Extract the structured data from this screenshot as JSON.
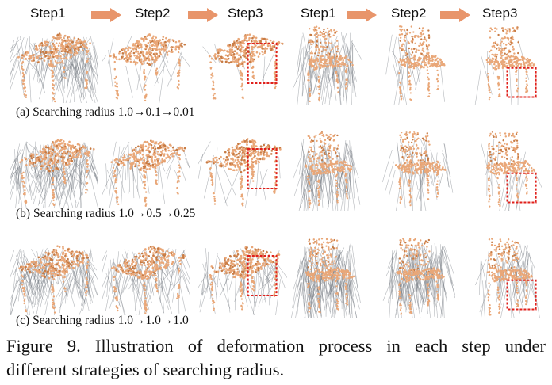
{
  "header": {
    "steps_left": [
      "Step1",
      "Step2",
      "Step3"
    ],
    "steps_right": [
      "Step1",
      "Step2",
      "Step3"
    ],
    "arrow_color": "#e8956b"
  },
  "rows": [
    {
      "caption": "(a) Searching radius 1.0→0.1→0.01"
    },
    {
      "caption": "(b) Searching radius 1.0→0.5→0.25"
    },
    {
      "caption": "(c) Searching radius 1.0→1.0→1.0"
    }
  ],
  "figure_caption": {
    "line1": "Figure 9. Illustration of deformation process in each step under",
    "line2": "different strategies of searching radius."
  },
  "colors": {
    "point": "#e9a778",
    "point_dark": "#c77b44",
    "line": "#777c84",
    "highlight": "#e0201b"
  }
}
